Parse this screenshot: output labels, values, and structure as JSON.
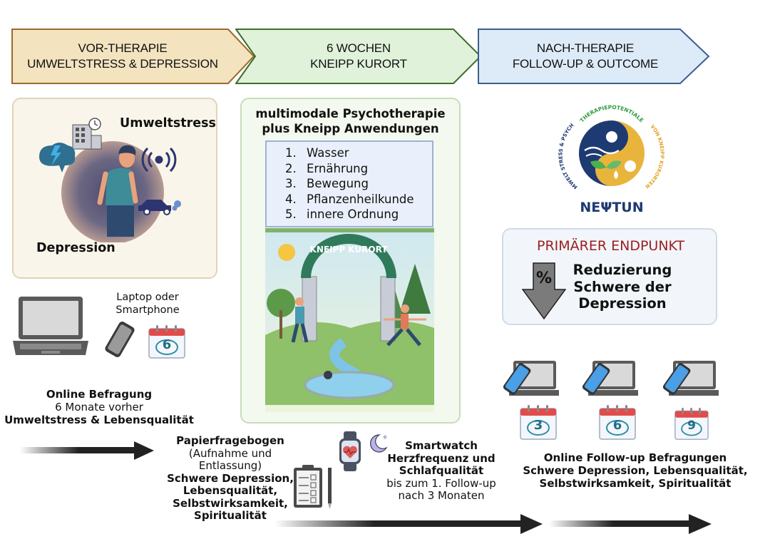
{
  "phases": [
    {
      "line1": "VOR-THERAPIE",
      "line2": "UMWELTSTRESS & DEPRESSION",
      "fill": "#f3e3bf",
      "stroke": "#9a6a2f"
    },
    {
      "line1": "6 WOCHEN",
      "line2": "KNEIPP KURORT",
      "fill": "#e0f2da",
      "stroke": "#3f6e2a"
    },
    {
      "line1": "NACH-THERAPIE",
      "line2": "FOLLOW-UP & OUTCOME",
      "fill": "#ddeaf8",
      "stroke": "#3c5f8c"
    }
  ],
  "pre": {
    "stress_label": "Umweltstress",
    "depression_label": "Depression",
    "device_label_1": "Laptop oder",
    "device_label_2": "Smartphone",
    "calendar_number": "6",
    "survey_title": "Online Befragung",
    "survey_time": "6 Monate vorher",
    "survey_topics": "Umweltstress & Lebensqualität"
  },
  "kneipp": {
    "title_1": "multimodale Psychotherapie",
    "title_2": "plus Kneipp Anwendungen",
    "items": [
      {
        "num": "1.",
        "label": "Wasser"
      },
      {
        "num": "2.",
        "label": "Ernährung"
      },
      {
        "num": "3.",
        "label": "Bewegung"
      },
      {
        "num": "4.",
        "label": "Pflanzenheilkunde"
      },
      {
        "num": "5.",
        "label": "innere Ordnung"
      }
    ],
    "arch_sign": "KNEIPP KURORT"
  },
  "paper": {
    "title": "Papierfragebogen",
    "sub_1": "(Aufnahme und",
    "sub_2": "Entlassung)",
    "topic_1": "Schwere Depression,",
    "topic_2": "Lebensqualität,",
    "topic_3": "Selbstwirksamkeit,",
    "topic_4": "Spiritualität"
  },
  "watch": {
    "title": "Smartwatch",
    "line_2": "Herzfrequenz und",
    "line_3": "Schlafqualität",
    "line_4": "bis zum 1. Follow-up",
    "line_5": "nach 3 Monaten"
  },
  "logo": {
    "arc_top": "THERAPIEPOTENTIALE",
    "arc_left": "UMWELT STRESS & PSYCHE",
    "arc_right": "VON KNEIPP KURORTEN",
    "name": "NEΨTUN"
  },
  "endpoint": {
    "heading": "PRIMÄRER ENDPUNKT",
    "heading_color": "#9b2020",
    "arrow_symbol": "%",
    "line_1": "Reduzierung",
    "line_2": "Schwere der",
    "line_3": "Depression"
  },
  "followup": {
    "months": [
      "3",
      "6",
      "9"
    ],
    "title": "Online Follow-up Befragungen",
    "line_2": "Schwere Depression, Lebensqualität,",
    "line_3": "Selbstwirksamkeit, Spiritualität"
  }
}
